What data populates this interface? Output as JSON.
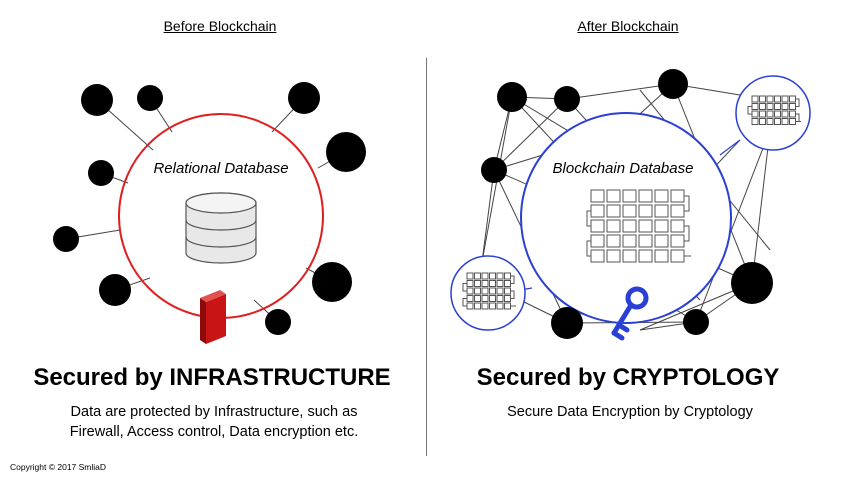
{
  "left": {
    "title": "Before Blockchain",
    "database_label": "Relational Database",
    "headline": "Secured by INFRASTRUCTURE",
    "description_line1": "Data are protected by Infrastructure, such as",
    "description_line2": "Firewall, Access control, Data encryption etc.",
    "ring_color": "#e02020",
    "firewall_color": "#c81414"
  },
  "right": {
    "title": "After Blockchain",
    "database_label": "Blockchain Database",
    "headline": "Secured by CRYPTOLOGY",
    "description": "Secure Data Encryption by Cryptology",
    "ring_color": "#2a3fd6",
    "key_color": "#2a3fd6"
  },
  "copyright": "Copyright © 2017 SmliaD"
}
